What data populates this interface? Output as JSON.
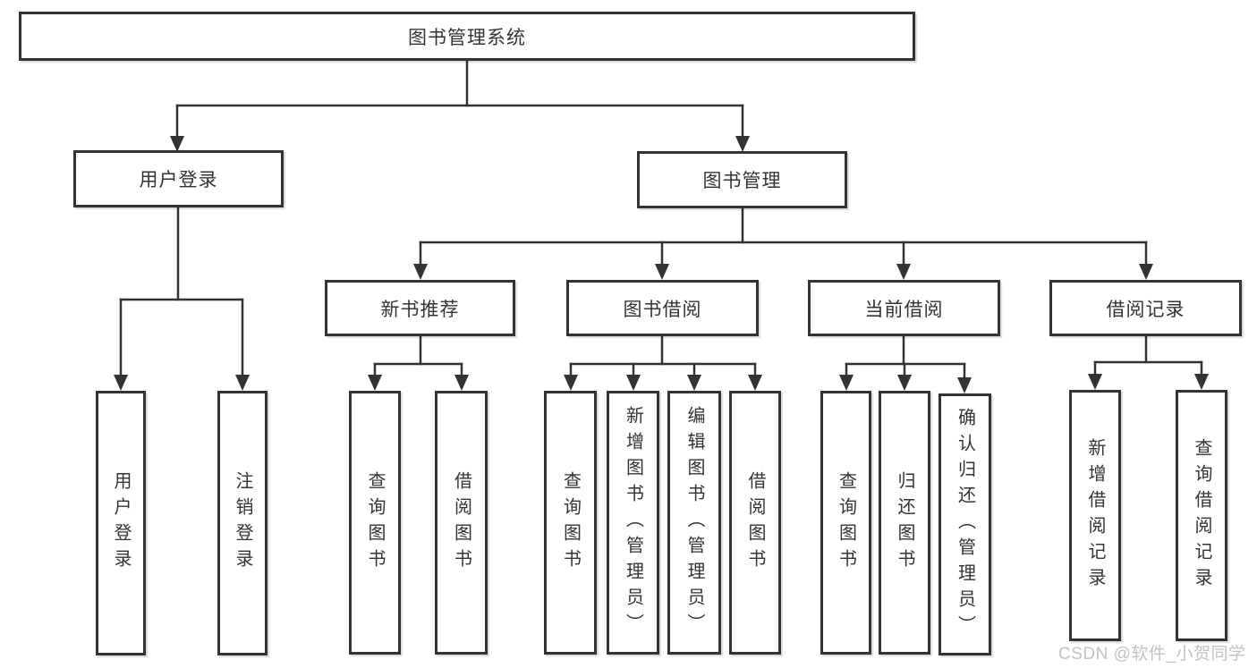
{
  "tree": {
    "label": "图书管理系统",
    "children": [
      {
        "label": "用户登录",
        "children": [
          {
            "label": "用户登录"
          },
          {
            "label": "注销登录"
          }
        ]
      },
      {
        "label": "图书管理",
        "children": [
          {
            "label": "新书推荐",
            "children": [
              {
                "label": "查询图书"
              },
              {
                "label": "借阅图书"
              }
            ]
          },
          {
            "label": "图书借阅",
            "children": [
              {
                "label": "查询图书"
              },
              {
                "label": "新增图书（管理员）"
              },
              {
                "label": "编辑图书（管理员）"
              },
              {
                "label": "借阅图书"
              }
            ]
          },
          {
            "label": "当前借阅",
            "children": [
              {
                "label": "查询图书"
              },
              {
                "label": "归还图书"
              },
              {
                "label": "确认归还（管理员）"
              }
            ]
          },
          {
            "label": "借阅记录",
            "children": [
              {
                "label": "新增借阅记录"
              },
              {
                "label": "查询借阅记录"
              }
            ]
          }
        ]
      }
    ]
  },
  "watermark": {
    "text": "CSDN @软件_小贺同学"
  },
  "colors": {
    "line": "#333333",
    "box_border": "#333333",
    "text": "#333333",
    "watermark": "#c2c2c7",
    "background": "#ffffff"
  }
}
